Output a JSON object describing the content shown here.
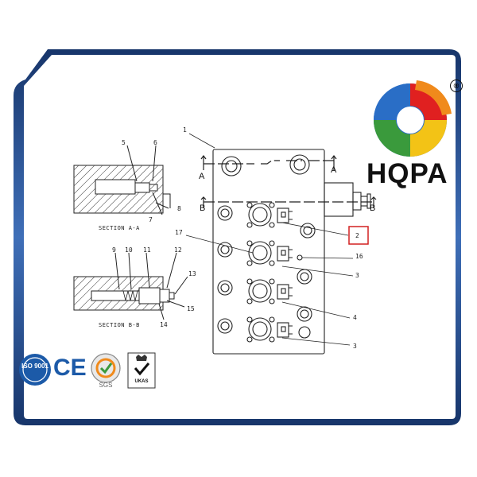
{
  "brand": {
    "name": "HQPA",
    "registered": "®"
  },
  "diagram": {
    "section_a_title": "SECTION A-A",
    "section_b_title": "SECTION B-B",
    "section_marker_a": "A",
    "section_marker_b": "B",
    "callouts": {
      "c1": "1",
      "c2": "2",
      "c3a": "3",
      "c3b": "3",
      "c4": "4",
      "c5": "5",
      "c6": "6",
      "c7": "7",
      "c8": "8",
      "c9": "9",
      "c10": "10",
      "c11": "11",
      "c12": "12",
      "c13": "13",
      "c14": "14",
      "c15": "15",
      "c16": "16",
      "c17": "17"
    }
  },
  "certifications": {
    "iso": "ISO 9001",
    "ce": "CE",
    "sgs": "SGS",
    "ukas": "UKAS"
  },
  "colors": {
    "frame_dark": "#1f3f78",
    "frame_light": "#3f6fb8",
    "highlight_box": "#d22020",
    "logo_red": "#e02020",
    "logo_orange": "#f08a1c",
    "logo_yellow": "#f3c316",
    "logo_green": "#3a9a3c",
    "logo_blue": "#2a6ec6",
    "ce_blue": "#1c5aa8"
  }
}
